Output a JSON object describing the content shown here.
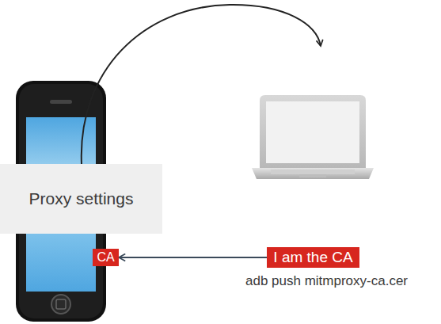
{
  "diagram": {
    "nodes": [
      {
        "text": [
          "Proxy settings"
        ]
      },
      {
        "text": [
          "CA"
        ]
      },
      {
        "text": [
          "I am the CA"
        ]
      }
    ],
    "edges": [
      {
        "from": 2,
        "to": 1,
        "arrow": "to"
      }
    ],
    "labels": [
      "adb push mitmproxy-ca.cer"
    ]
  }
}
